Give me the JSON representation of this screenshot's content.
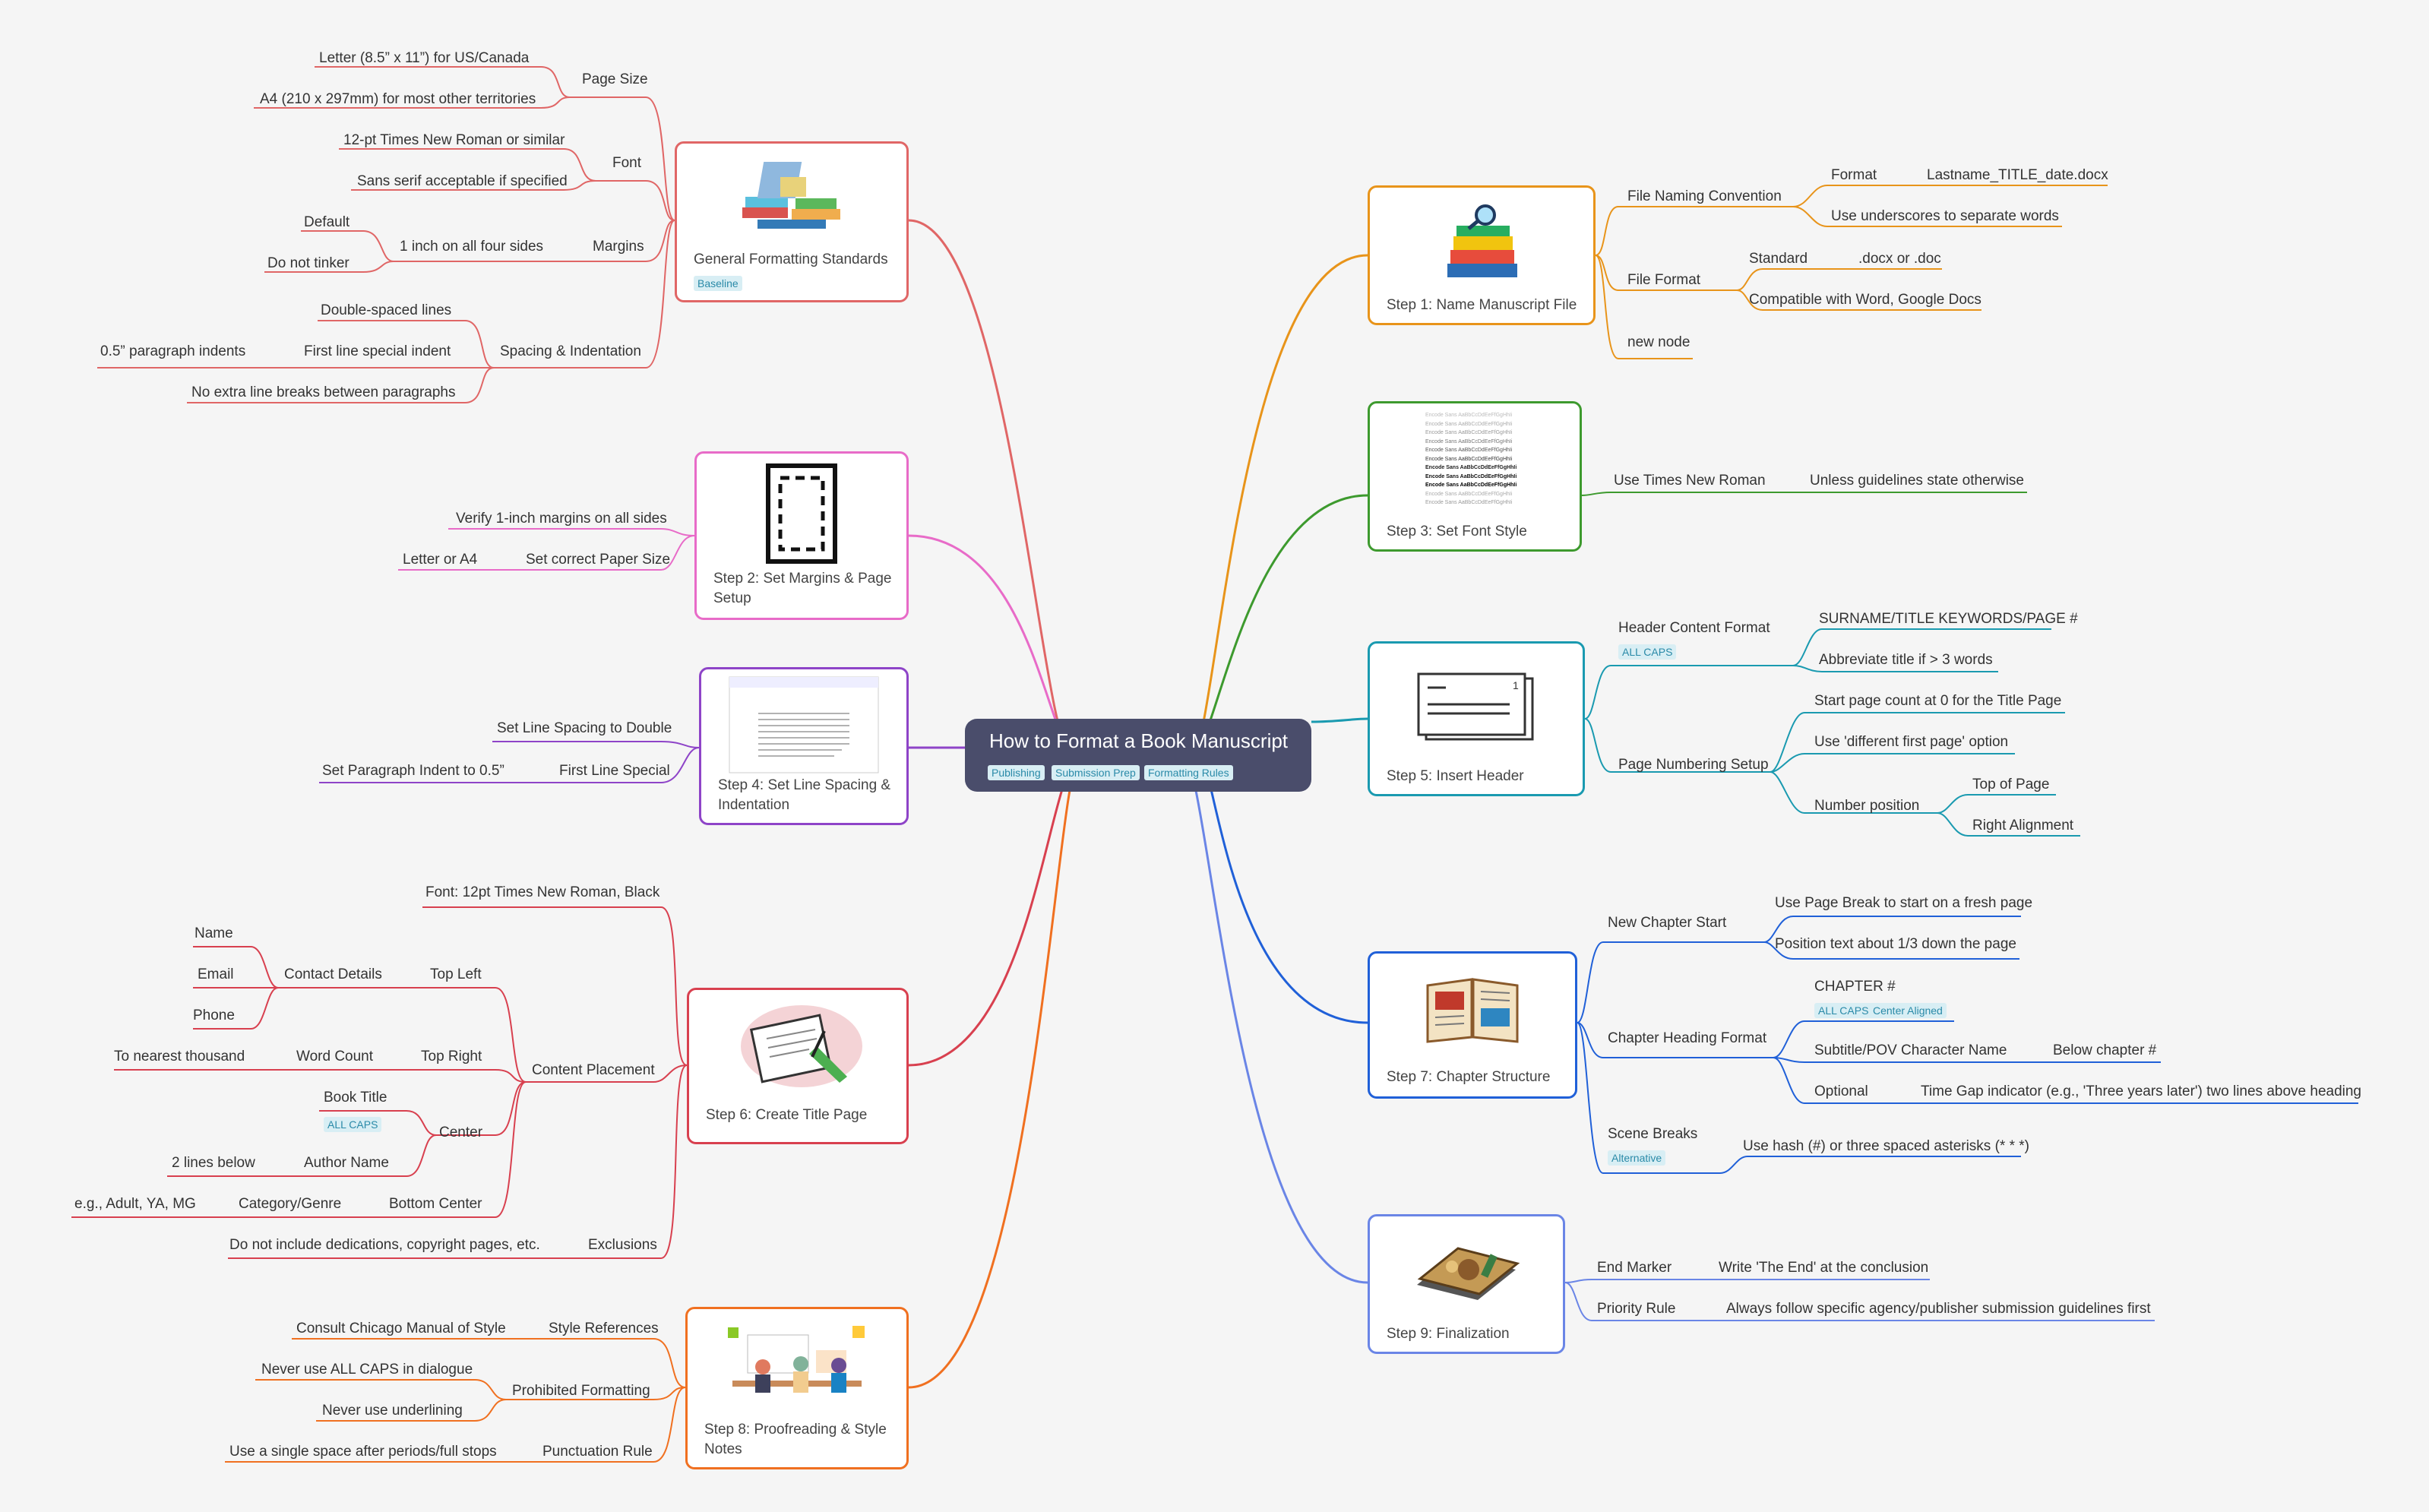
{
  "root": {
    "title": "How to Format a Book Manuscript",
    "tags": [
      "Publishing",
      "Submission Prep",
      "Formatting Rules"
    ]
  },
  "branches": {
    "b0": {
      "title": "General Formatting Standards",
      "tag": "Baseline",
      "color": "#e06666",
      "nodes": {
        "page_size": "Page Size",
        "letter": "Letter (8.5” x 11”) for US/Canada",
        "a4": "A4 (210 x 297mm) for most other territories",
        "font": "Font",
        "font1": "12-pt Times New Roman or similar",
        "font2": "Sans serif acceptable if specified",
        "margins": "Margins",
        "margins1": "1 inch on all four sides",
        "default": "Default",
        "no_tinker": "Do not tinker",
        "spacing": "Spacing & Indentation",
        "dbl": "Double-spaced lines",
        "first_indent": "First line special indent",
        "half_inch": "0.5” paragraph indents",
        "no_breaks": "No extra line breaks between paragraphs"
      }
    },
    "b1": {
      "title": "Step 2: Set Margins & Page Setup",
      "color": "#e86bc8",
      "nodes": {
        "verify": "Verify 1-inch margins on all sides",
        "paper": "Set correct Paper Size",
        "letter_a4": "Letter or A4"
      }
    },
    "b2": {
      "title": "Step 4: Set Line Spacing & Indentation",
      "color": "#8e44c8",
      "nodes": {
        "double": "Set Line Spacing to Double",
        "first_line": "First Line Special",
        "indent": "Set Paragraph Indent to 0.5”"
      }
    },
    "b3": {
      "title": "Step 6: Create Title Page",
      "color": "#d8404f",
      "nodes": {
        "font": "Font: 12pt Times New Roman, Black",
        "placement": "Content Placement",
        "top_left": "Top Left",
        "contact": "Contact Details",
        "name": "Name",
        "email": "Email",
        "phone": "Phone",
        "top_right": "Top Right",
        "word_count": "Word Count",
        "nearest": "To nearest thousand",
        "center": "Center",
        "book_title": "Book Title",
        "book_title_tag": "ALL CAPS",
        "author": "Author Name",
        "two_lines": "2 lines below",
        "bottom_center": "Bottom Center",
        "category": "Category/Genre",
        "eg": "e.g., Adult, YA, MG",
        "exclusions": "Exclusions",
        "no_ded": "Do not include dedications, copyright pages, etc."
      }
    },
    "b4": {
      "title": "Step 8: Proofreading & Style Notes",
      "color": "#f07020",
      "nodes": {
        "style_ref": "Style References",
        "chicago": "Consult Chicago Manual of Style",
        "prohibited": "Prohibited Formatting",
        "no_caps": "Never use ALL CAPS in dialogue",
        "no_underline": "Never use underlining",
        "punct": "Punctuation Rule",
        "single_space": "Use a single space after periods/full stops"
      }
    },
    "b5": {
      "title": "Step 1: Name Manuscript File",
      "color": "#e8941a",
      "nodes": {
        "naming": "File Naming Convention",
        "format": "Format",
        "format_val": "Lastname_TITLE_date.docx",
        "underscores": "Use underscores to separate words",
        "file_format": "File Format",
        "standard": "Standard",
        "docx": ".docx or .doc",
        "compatible": "Compatible with Word, Google Docs",
        "new_node": "new node"
      }
    },
    "b6": {
      "title": "Step 3: Set Font Style",
      "color": "#3d9a2e",
      "nodes": {
        "tnr": "Use Times New Roman",
        "unless": "Unless guidelines state otherwise"
      }
    },
    "b7": {
      "title": "Step 5: Insert Header",
      "color": "#1a9ab0",
      "nodes": {
        "header_content": "Header Content Format",
        "header_tag": "ALL CAPS",
        "surname": "SURNAME/TITLE KEYWORDS/PAGE #",
        "abbrev": "Abbreviate title if > 3 words",
        "page_num": "Page Numbering Setup",
        "start": "Start page count at 0 for the Title Page",
        "diff_first": "Use 'different first page' option",
        "position": "Number position",
        "top_page": "Top of Page",
        "right_align": "Right Alignment"
      }
    },
    "b8": {
      "title": "Step 7: Chapter Structure",
      "color": "#2060d8",
      "nodes": {
        "new_chapter": "New Chapter Start",
        "page_break": "Use Page Break to start on a fresh page",
        "third": "Position text about 1/3 down the page",
        "heading": "Chapter Heading Format",
        "chapter_num": "CHAPTER #",
        "tag_caps": "ALL CAPS",
        "tag_center": "Center Aligned",
        "subtitle": "Subtitle/POV Character Name",
        "below": "Below chapter #",
        "optional": "Optional",
        "time_gap": "Time Gap indicator (e.g., 'Three years later') two lines above heading",
        "scene": "Scene Breaks",
        "scene_tag": "Alternative",
        "hash": "Use hash (#) or three spaced asterisks (* * *)"
      }
    },
    "b9": {
      "title": "Step 9: Finalization",
      "color": "#6a85e6",
      "nodes": {
        "end_marker": "End Marker",
        "the_end": "Write 'The End' at the conclusion",
        "priority": "Priority Rule",
        "always": "Always follow specific agency/publisher submission guidelines first"
      }
    }
  },
  "icons": {
    "b0": "stacked-books-icon",
    "b1": "page-margins-icon",
    "b2": "document-page-icon",
    "b3": "writing-hand-icon",
    "b4": "office-team-icon",
    "b5": "books-magnifier-icon",
    "b6": "font-sample-icon",
    "b7": "header-page-icon",
    "b8": "open-book-icon",
    "b9": "closed-book-icon"
  },
  "font_sample": "Encode Sans AaBbCcDdEeFfGgHhIi"
}
